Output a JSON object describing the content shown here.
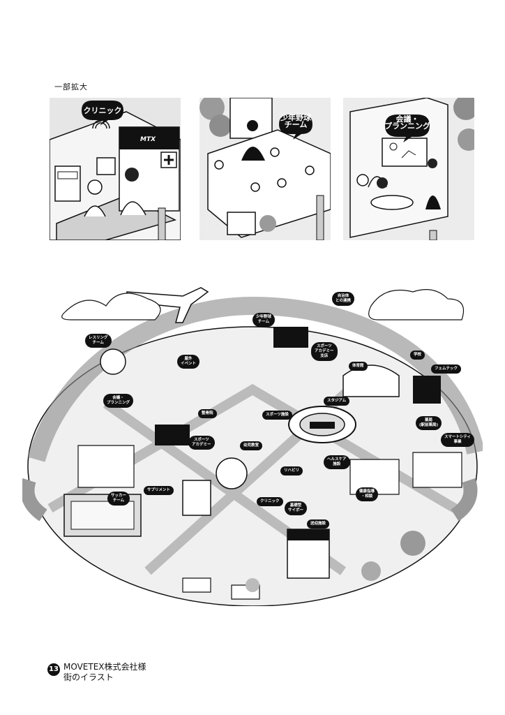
{
  "header": {
    "zoom_label": "一部拡大"
  },
  "panels": [
    {
      "bubble": "クリニック"
    },
    {
      "bubble": "少年野球\nチーム"
    },
    {
      "bubble": "会議・\nプランニング"
    }
  ],
  "logo_text": "MTX",
  "map_tags": [
    {
      "label": "レスリング\nチーム"
    },
    {
      "label": "少年野球\nチーム"
    },
    {
      "label": "自治体\nとの連携"
    },
    {
      "label": "屋外\nイベント"
    },
    {
      "label": "スポーツ\nアカデミー\n支店"
    },
    {
      "label": "学校"
    },
    {
      "label": "体育館"
    },
    {
      "label": "フェムテック"
    },
    {
      "label": "会議・\nプランニング"
    },
    {
      "label": "スタジアム"
    },
    {
      "label": "整骨院"
    },
    {
      "label": "スポーツ施設"
    },
    {
      "label": "薬局\n(駅前薬局)"
    },
    {
      "label": "スポーツ\nアカデミー"
    },
    {
      "label": "幼児教室"
    },
    {
      "label": "スマートシティ\n事業"
    },
    {
      "label": "リハビリ"
    },
    {
      "label": "ヘルスケア\n施設"
    },
    {
      "label": "サプリメント"
    },
    {
      "label": "サッカー\nチーム"
    },
    {
      "label": "クリニック"
    },
    {
      "label": "基礎型\nサイボー"
    },
    {
      "label": "健康指導\n・相談"
    },
    {
      "label": "送迎施設"
    }
  ],
  "footer": {
    "page_number": "13",
    "client": "MOVETEX株式会社様",
    "description": "街のイラスト"
  }
}
